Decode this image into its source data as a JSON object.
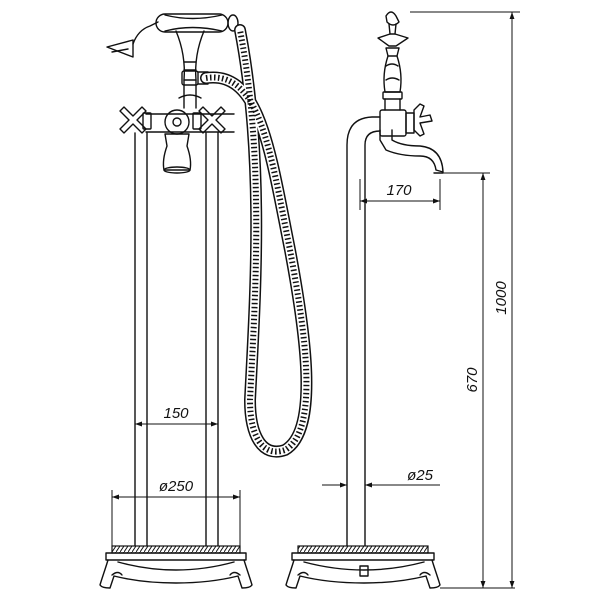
{
  "dimensions": {
    "center_spacing": "150",
    "base_diameter": "ø250",
    "spout_reach": "170",
    "pipe_diameter": "ø25",
    "spout_height": "670",
    "total_height": "1000"
  }
}
